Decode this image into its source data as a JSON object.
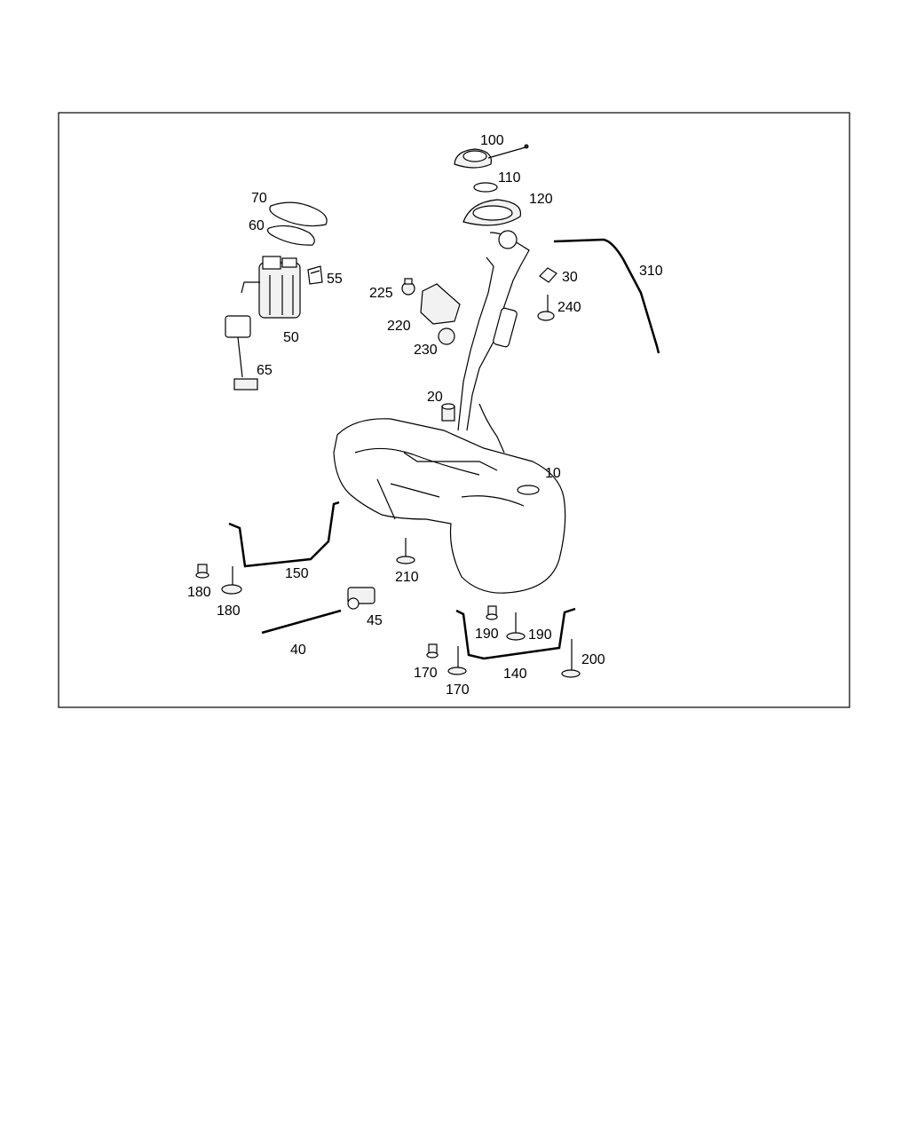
{
  "callouts": {
    "c100": "100",
    "c110": "110",
    "c120": "120",
    "c70": "70",
    "c60": "60",
    "c55": "55",
    "c225": "225",
    "c30": "30",
    "c310": "310",
    "c240": "240",
    "c50": "50",
    "c220": "220",
    "c230": "230",
    "c65": "65",
    "c20": "20",
    "c10": "10",
    "c150": "150",
    "c210": "210",
    "c180a": "180",
    "c180b": "180",
    "c45": "45",
    "c40": "40",
    "c190a": "190",
    "c190b": "190",
    "c200": "200",
    "c170a": "170",
    "c170b": "170",
    "c140": "140"
  }
}
